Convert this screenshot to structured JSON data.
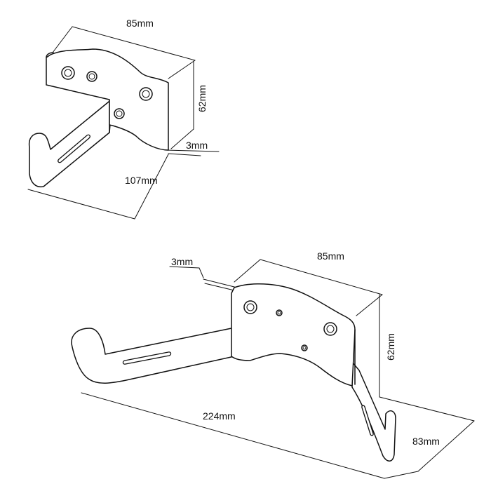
{
  "top_view": {
    "width_label": "85mm",
    "height_label": "62mm",
    "thickness_label": "3mm",
    "depth_label": "107mm"
  },
  "bottom_view": {
    "thickness_label": "3mm",
    "width_label": "85mm",
    "height_label": "62mm",
    "length_label": "224mm",
    "depth_label": "83mm"
  },
  "colors": {
    "line": "#111111",
    "background": "#ffffff"
  }
}
